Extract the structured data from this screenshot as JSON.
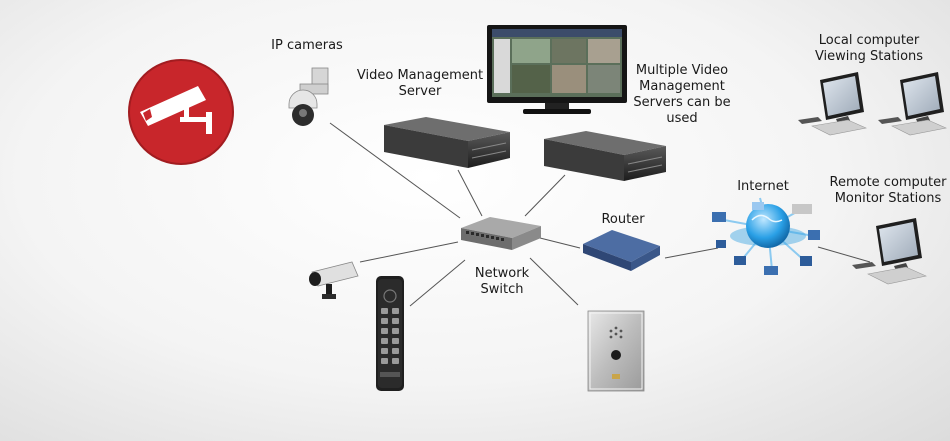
{
  "labels": {
    "ip_cameras": "IP cameras",
    "vms": "Video Management\nServer",
    "multi_vms": "Multiple Video\nManagement\nServers can be\nused",
    "local_stations": "Local computer\nViewing Stations",
    "internet": "Internet",
    "remote_stations": "Remote computer\nMonitor Stations",
    "router": "Router",
    "switch": "Network\nSwitch"
  },
  "colors": {
    "logo_red": "#c8262b",
    "link_line": "#555555",
    "device_dark": "#2a2a2a",
    "router_blue": "#3d5a8a",
    "globe_blue": "#1e8fd6"
  },
  "icons": {
    "logo": "cctv-camera-icon",
    "dome": "dome-camera-icon",
    "bullet": "bullet-camera-icon",
    "keypad": "access-keypad-icon",
    "intercom": "intercom-panel-icon"
  }
}
